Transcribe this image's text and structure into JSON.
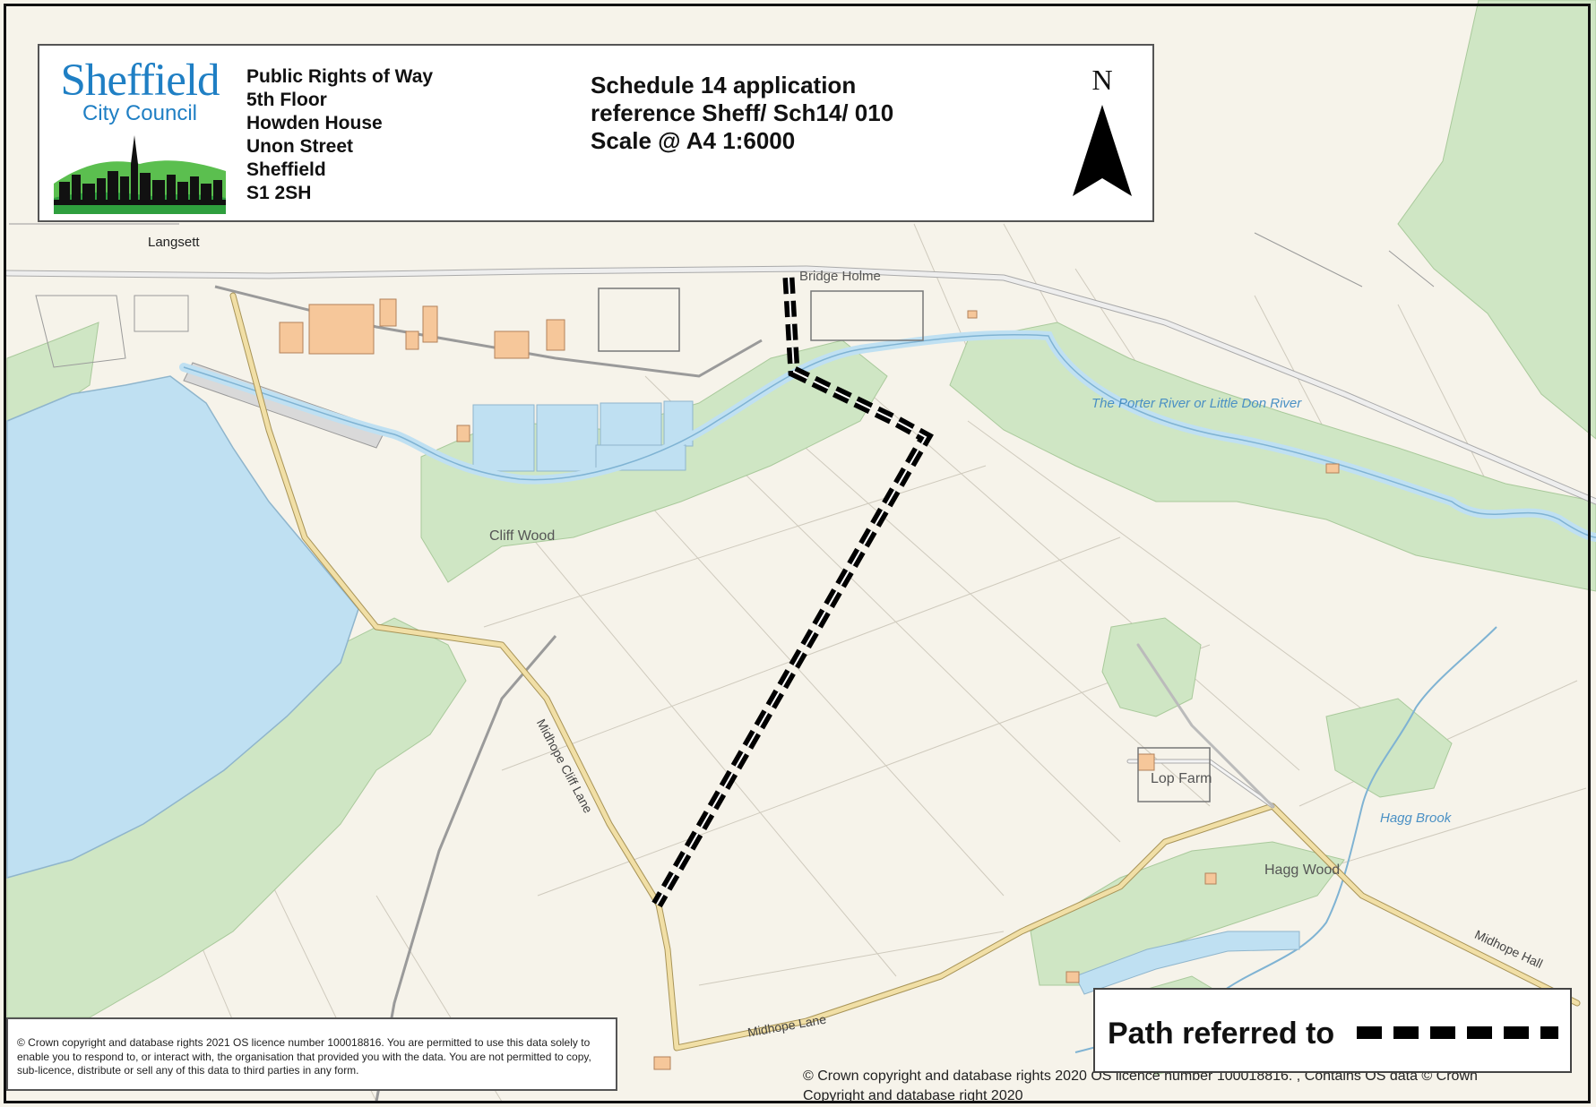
{
  "header": {
    "organisation": {
      "name": "Sheffield",
      "sub": "City Council"
    },
    "address": [
      "Public Rights of Way",
      "5th Floor",
      "Howden House",
      "Unon Street",
      "Sheffield",
      "S1 2SH"
    ],
    "schedule": [
      "Schedule 14 application",
      "reference Sheff/ Sch14/ 010",
      "Scale @ A4 1:6000"
    ],
    "north_label": "N"
  },
  "legend": {
    "label": "Path referred to",
    "line_style": "black dashed"
  },
  "copyright": {
    "box": "© Crown copyright and database rights 2021 OS licence number 100018816. You are permitted to use this data solely to enable you to respond to, or interact with, the organisation that provided you with the data. You are not permitted to copy, sub-licence, distribute or sell any of this data to third parties in any form.",
    "footer_line1": "© Crown copyright and database rights 2020 OS licence number 100018816. , Contains OS data © Crown",
    "footer_line2": "Copyright and database right 2020"
  },
  "places": {
    "langsett": "Langsett",
    "bridge_holme": "Bridge Holme",
    "porter_river": "The Porter River or Little Don River",
    "cliff_wood": "Cliff Wood",
    "lop_farm": "Lop Farm",
    "hagg_brook": "Hagg Brook",
    "hagg_wood": "Hagg Wood",
    "midhope_cliff_lane": "Midhope Cliff Lane",
    "midhope_lane": "Midhope Lane",
    "midhope_hall": "Midhope Hall"
  },
  "colors": {
    "land": "#f6f3ea",
    "woodland": "#cfe6c4",
    "water": "#bfe0f2",
    "water_label": "#4a90c4",
    "road": "#f1dfa6",
    "path": "#000000",
    "brand": "#1f7fc4"
  }
}
